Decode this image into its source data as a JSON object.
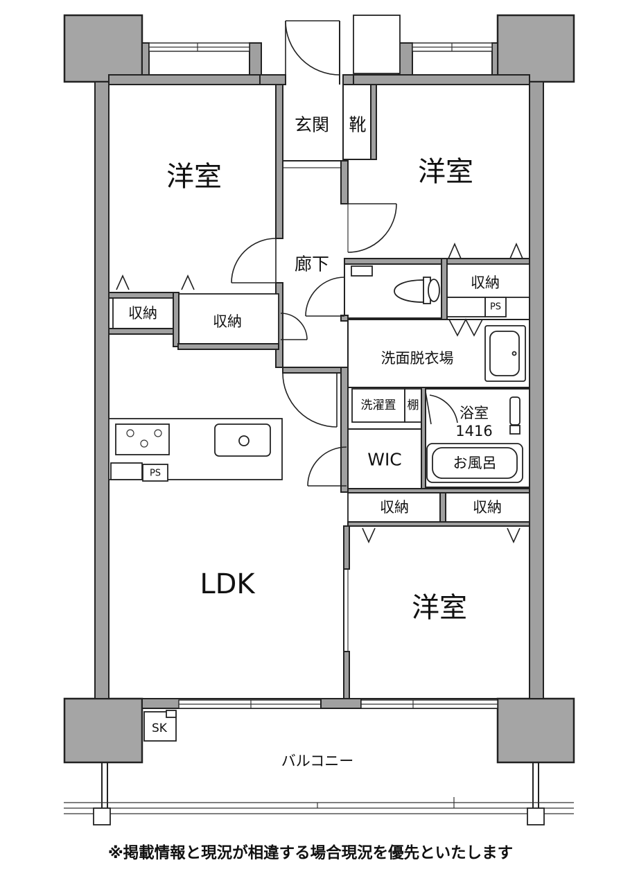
{
  "rooms": {
    "bedroom_nw": "洋室",
    "bedroom_ne": "洋室",
    "bedroom_se": "洋室",
    "ldk": "LDK",
    "entrance": "玄関",
    "shoe_closet": "靴",
    "hallway": "廊下",
    "storage_w1": "収納",
    "storage_w2": "収納",
    "storage_ne": "収納",
    "storage_s1": "収納",
    "storage_s2": "収納",
    "ps_ne": "PS",
    "ps_kitchen": "PS",
    "washroom": "洗面脱衣場",
    "laundry": "洗濯置",
    "shelf": "棚",
    "bathroom": "浴室",
    "bath_size": "1416",
    "bathtub": "お風呂",
    "wic": "WIC",
    "balcony": "バルコニー",
    "sk": "SK"
  },
  "footer_note": "※掲載情報と現況が相違する場合現況を優先といたします"
}
